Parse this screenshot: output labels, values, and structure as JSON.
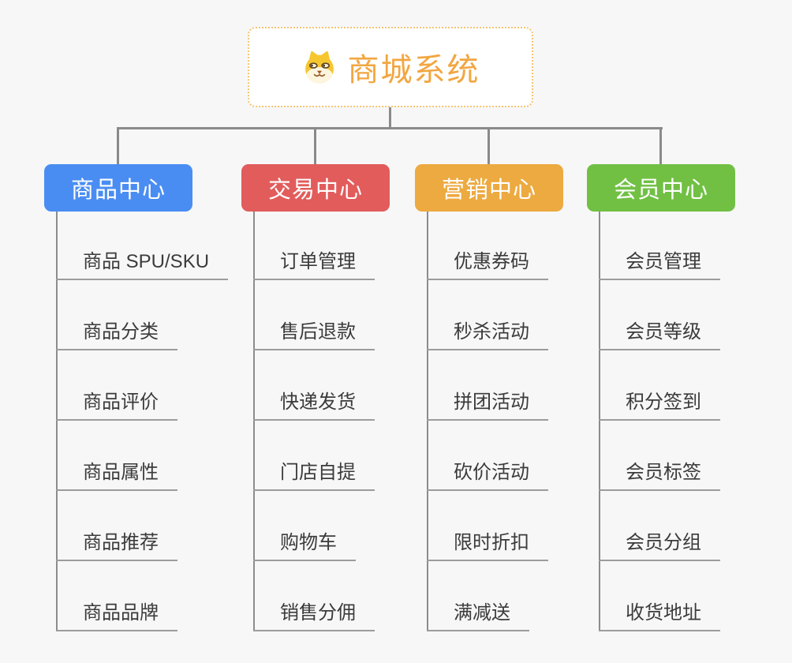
{
  "canvas": {
    "background": "#f7f7f7",
    "line_color": "#8a8a8a"
  },
  "root": {
    "title": "商城系统",
    "icon": "shiba-dog-face-icon",
    "title_color": "#f2a640",
    "border_color": "#f3c571"
  },
  "branches": [
    {
      "label": "商品中心",
      "color": "#4a8df2",
      "items": [
        "商品 SPU/SKU",
        "商品分类",
        "商品评价",
        "商品属性",
        "商品推荐",
        "商品品牌"
      ]
    },
    {
      "label": "交易中心",
      "color": "#e25c5c",
      "items": [
        "订单管理",
        "售后退款",
        "快递发货",
        "门店自提",
        "购物车",
        "销售分佣"
      ]
    },
    {
      "label": "营销中心",
      "color": "#edaa40",
      "items": [
        "优惠券码",
        "秒杀活动",
        "拼团活动",
        "砍价活动",
        "限时折扣",
        "满减送"
      ]
    },
    {
      "label": "会员中心",
      "color": "#71c044",
      "items": [
        "会员管理",
        "会员等级",
        "积分签到",
        "会员标签",
        "会员分组",
        "收货地址"
      ]
    }
  ]
}
